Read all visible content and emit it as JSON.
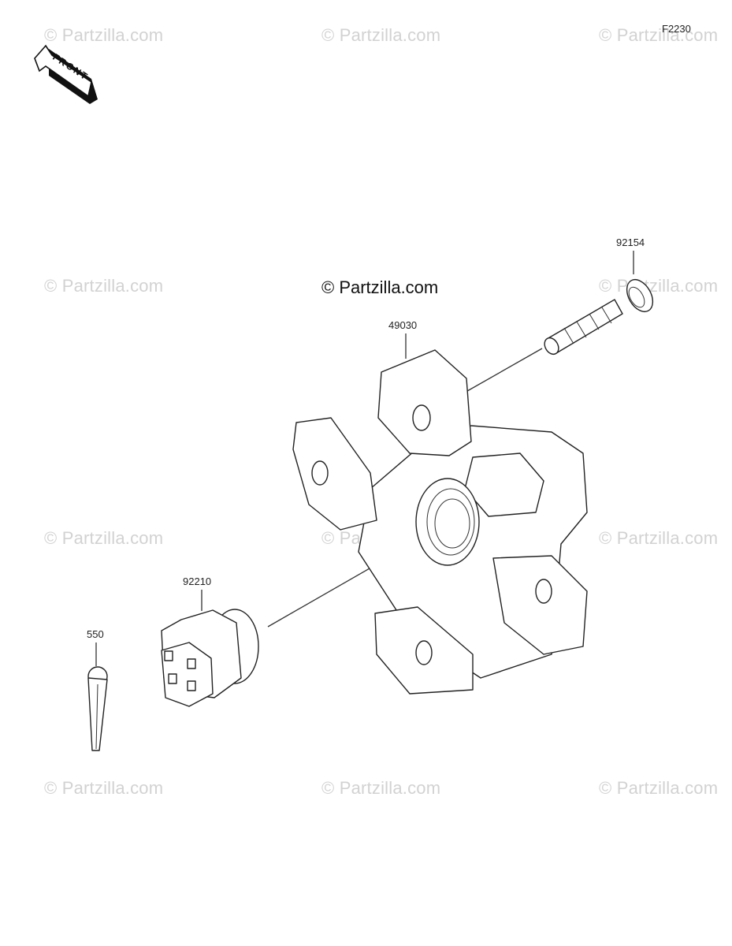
{
  "figure_id": "F2230",
  "watermark_text": "© Partzilla.com",
  "center_watermark": "© Partzilla.com",
  "front_arrow_label": "FRONT",
  "parts": {
    "bolt": "92154",
    "hub": "49030",
    "nut": "92210",
    "cotter_pin": "550"
  }
}
